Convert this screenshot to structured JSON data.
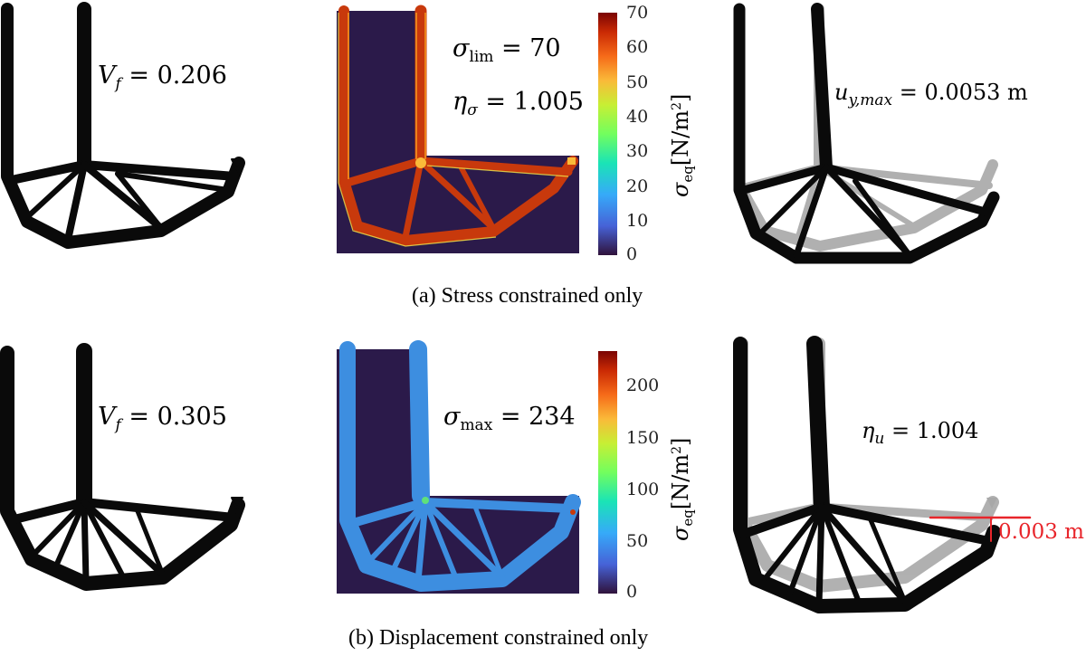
{
  "panel_a": {
    "caption": "(a) Stress constrained only",
    "vf_symbol": "V",
    "vf_sub": "f",
    "vf_value": "= 0.206",
    "sigma_lim_symbol": "σ",
    "sigma_lim_sub": "lim",
    "sigma_lim_value": "= 70",
    "eta_sigma_symbol": "η",
    "eta_sigma_sub": "σ",
    "eta_sigma_value": "= 1.005",
    "uy_symbol": "u",
    "uy_sub": "y,max",
    "uy_value": "= 0.0053 m",
    "colorbar": {
      "ticks": [
        "70",
        "60",
        "50",
        "40",
        "30",
        "20",
        "10",
        "0"
      ],
      "label_symbol": "σ",
      "label_sub": "eq",
      "label_unit": "[N/m",
      "label_sup": "2",
      "label_close": "]"
    }
  },
  "panel_b": {
    "caption": "(b) Displacement constrained only",
    "vf_symbol": "V",
    "vf_sub": "f",
    "vf_value": "= 0.305",
    "sigma_max_symbol": "σ",
    "sigma_max_sub": "max",
    "sigma_max_value": "= 234",
    "eta_u_symbol": "η",
    "eta_u_sub": "u",
    "eta_u_value": "= 1.004",
    "displacement_annotation": "0.003 m",
    "colorbar": {
      "ticks": [
        "200",
        "150",
        "100",
        "50",
        "0"
      ],
      "label_symbol": "σ",
      "label_sub": "eq",
      "label_unit": "[N/m",
      "label_sup": "2",
      "label_close": "]"
    }
  },
  "colors": {
    "structure": "#0a0a0a",
    "ghost": "#a8a8a8",
    "field_background": "#2b1a4a",
    "annotation": "#e8252b"
  }
}
